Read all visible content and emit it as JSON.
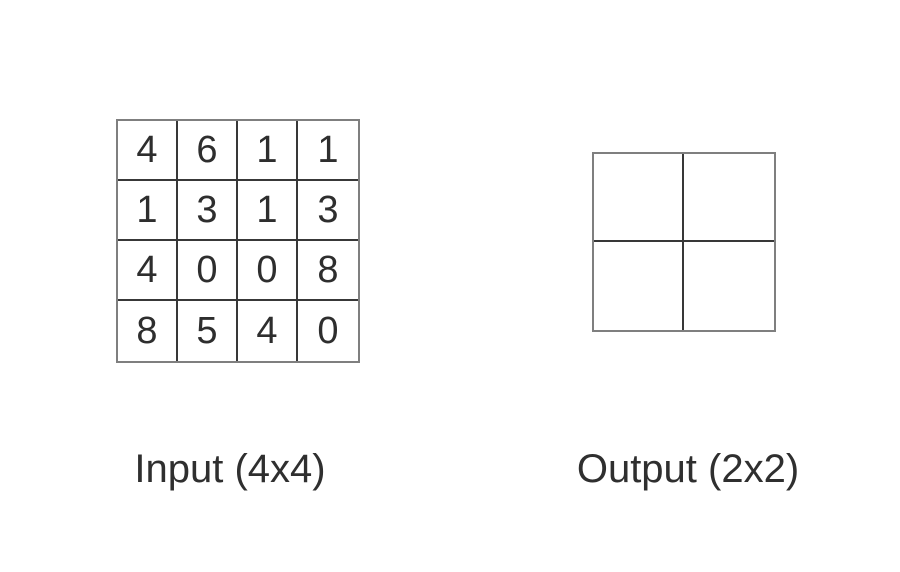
{
  "labels": {
    "input": "Input (4x4)",
    "output": "Output (2x2)"
  },
  "input_grid": {
    "rows": 4,
    "cols": 4,
    "values": [
      [
        "4",
        "6",
        "1",
        "1"
      ],
      [
        "1",
        "3",
        "1",
        "3"
      ],
      [
        "4",
        "0",
        "0",
        "8"
      ],
      [
        "8",
        "5",
        "4",
        "0"
      ]
    ]
  },
  "output_grid": {
    "rows": 2,
    "cols": 2,
    "values": [
      [
        "",
        ""
      ],
      [
        "",
        ""
      ]
    ]
  },
  "colors": {
    "background": "#ffffff",
    "grid_outer_border": "#7f7f7f",
    "grid_inner_line": "#383838",
    "text": "#2e2e2e"
  }
}
